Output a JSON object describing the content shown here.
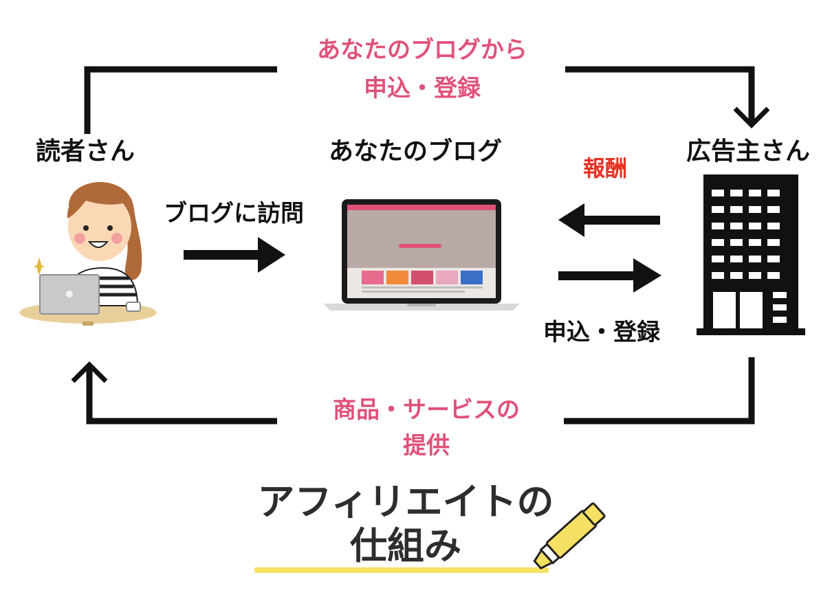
{
  "labels": {
    "reader": "読者さん",
    "blog": "あなたのブログ",
    "advertiser": "広告主さん",
    "top_line1": "あなたのブログから",
    "top_line2": "申込・登録",
    "visit": "ブログに訪問",
    "reward": "報酬",
    "apply": "申込・登録",
    "bottom_line1": "商品・サービスの",
    "bottom_line2": "提供"
  },
  "title": {
    "line1": "アフィリエイトの",
    "line2": "仕組み"
  },
  "colors": {
    "text": "#111111",
    "pink_label": "#e0517a",
    "red_label": "#e63224",
    "arrow": "#111111",
    "highlighter": "#f5e063"
  },
  "icons": [
    "woman-laptop-icon",
    "laptop-blog-icon",
    "building-icon",
    "highlighter-pen-icon"
  ]
}
